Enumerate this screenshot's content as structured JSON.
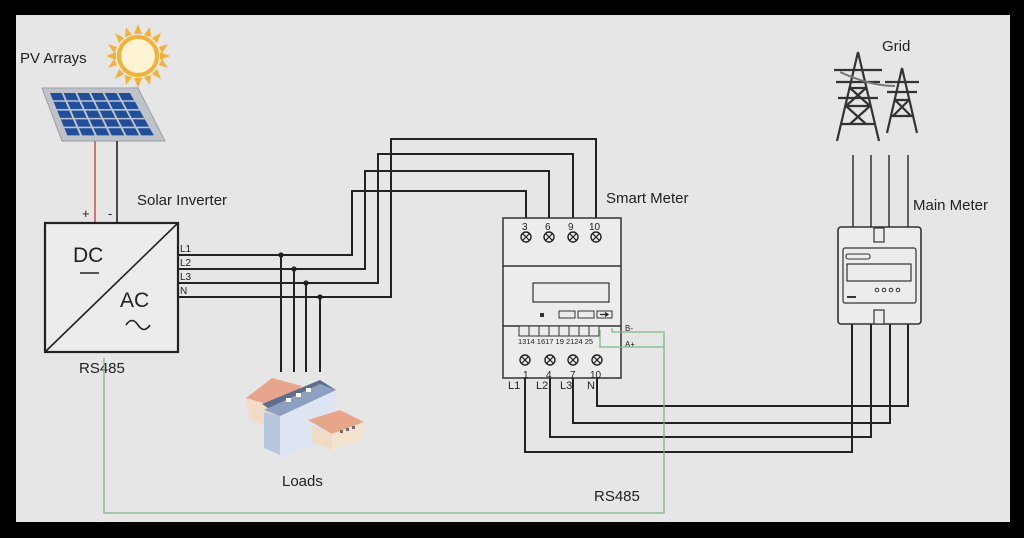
{
  "diagram": {
    "title": "Solar inverter with smart meter wiring",
    "colors": {
      "background": "#e6e6e6",
      "frame": "#000000",
      "wire": "#222222",
      "dc_positive": "#d9534f",
      "rs485": "#7cb88a",
      "panel_cell": "#1f4e9c",
      "sun": "#f2b234"
    },
    "pv": {
      "label": "PV Arrays",
      "positive": "+",
      "negative": "-"
    },
    "inverter": {
      "label": "Solar Inverter",
      "dc": "DC",
      "dc_symbol": "—",
      "ac": "AC",
      "ac_symbol": "~",
      "comm": "RS485",
      "outputs": [
        "L1",
        "L2",
        "L3",
        "N"
      ]
    },
    "loads": {
      "label": "Loads"
    },
    "smart_meter": {
      "label": "Smart Meter",
      "top_terminals": [
        "3",
        "6",
        "9",
        "10"
      ],
      "comm_terminals": [
        "13",
        "14",
        "16",
        "17",
        "19",
        "21",
        "24",
        "25"
      ],
      "comm_terminals_text": "1314 1617 19 2124 25",
      "bottom_terminals": [
        "1",
        "4",
        "7",
        "10"
      ],
      "bottom_lines": [
        "L1",
        "L2",
        "L3",
        "N"
      ],
      "rs485_b": "B-",
      "rs485_a": "A+"
    },
    "grid": {
      "label": "Grid"
    },
    "main_meter": {
      "label": "Main Meter"
    },
    "rs485_link": {
      "label": "RS485"
    }
  }
}
